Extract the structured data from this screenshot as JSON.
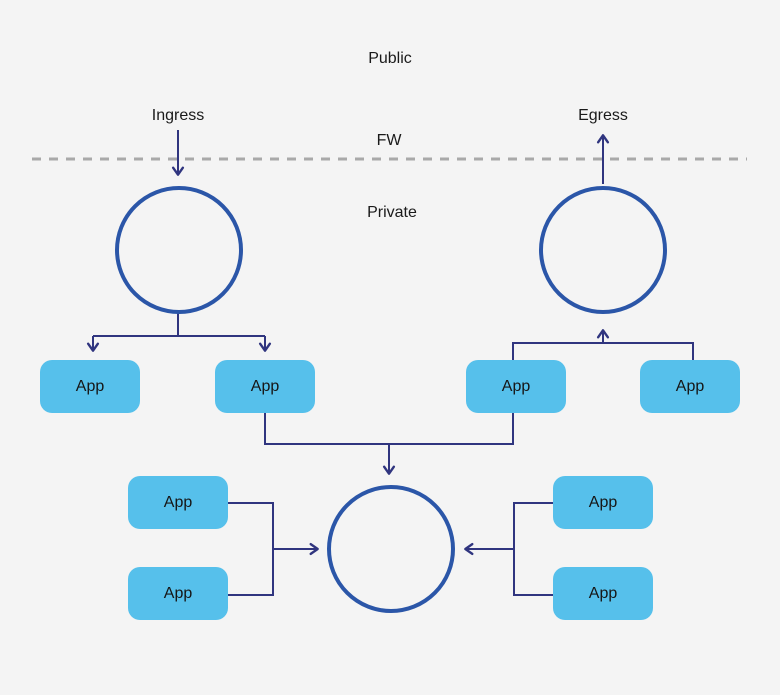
{
  "diagram": {
    "type": "network-architecture",
    "zones": {
      "public_label": "Public",
      "firewall_label": "FW",
      "private_label": "Private"
    },
    "flows": {
      "ingress_label": "Ingress",
      "egress_label": "Egress"
    },
    "nodes": {
      "load_balancers": [
        {
          "id": "ingress-load-balancer",
          "shape": "circle"
        },
        {
          "id": "egress-load-balancer",
          "shape": "circle"
        },
        {
          "id": "internal-load-balancer",
          "shape": "circle"
        }
      ],
      "apps": [
        {
          "label": "App"
        },
        {
          "label": "App"
        },
        {
          "label": "App"
        },
        {
          "label": "App"
        },
        {
          "label": "App"
        },
        {
          "label": "App"
        },
        {
          "label": "App"
        },
        {
          "label": "App"
        }
      ]
    },
    "colors": {
      "background": "#f4f4f4",
      "circle_stroke": "#2b56a8",
      "connector_line": "#30357f",
      "app_fill": "#56c0eb",
      "app_text": "#161616",
      "label_text": "#1a1a1a",
      "firewall_dash": "#a9a9a9"
    }
  }
}
